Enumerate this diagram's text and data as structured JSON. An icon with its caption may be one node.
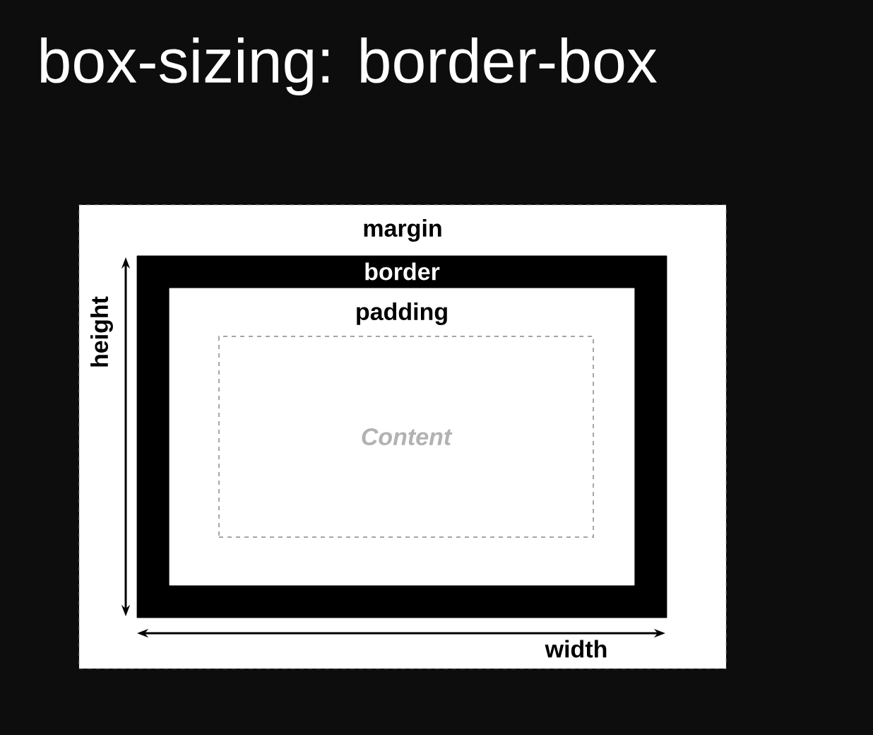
{
  "diagram": {
    "title": "box-sizing: border-box",
    "nodes": [
      {
        "text": [
          "margin"
        ]
      },
      {
        "text": [
          "border"
        ],
        "in": 0
      },
      {
        "text": [
          "padding"
        ],
        "in": 1
      },
      {
        "text": [
          "Content"
        ],
        "in": 2
      }
    ],
    "labels": [
      "height",
      "width"
    ]
  }
}
